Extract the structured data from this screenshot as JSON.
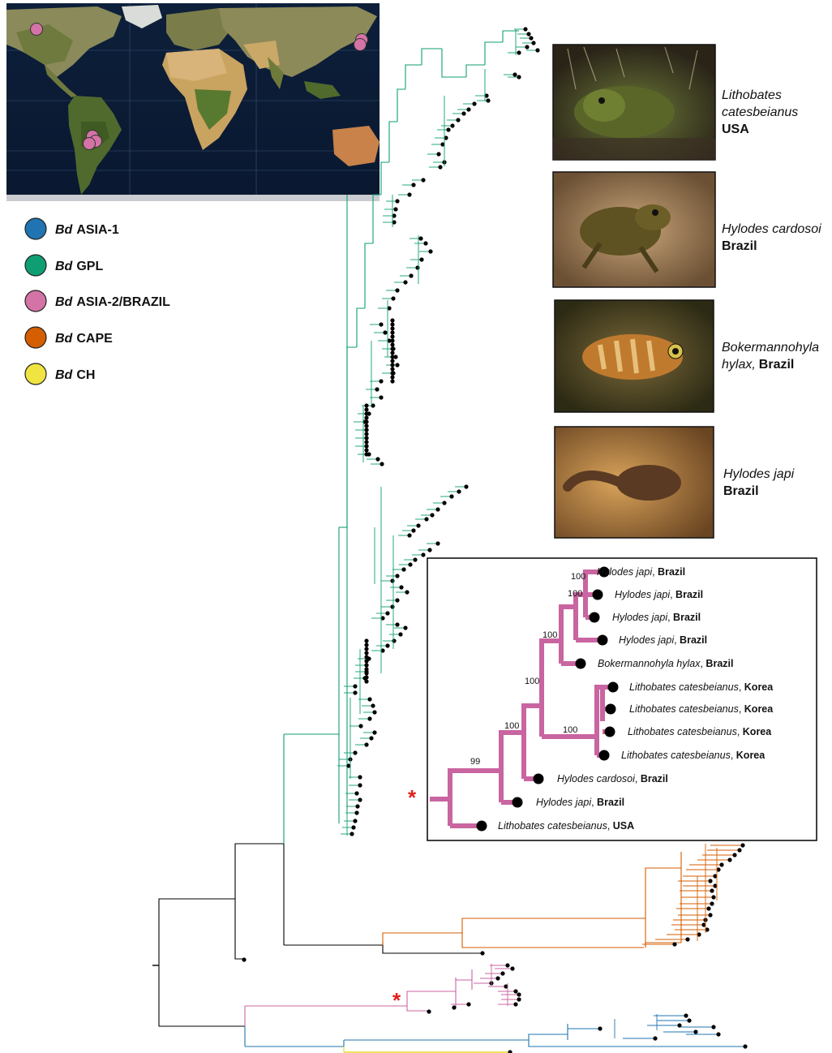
{
  "legend": [
    {
      "abbr": "Bd",
      "name": "ASIA-1",
      "color": "#1f74b1"
    },
    {
      "abbr": "Bd",
      "name": "GPL",
      "color": "#0f9e74"
    },
    {
      "abbr": "Bd",
      "name": "ASIA-2/BRAZIL",
      "color": "#d473a6"
    },
    {
      "abbr": "Bd",
      "name": "CAPE",
      "color": "#d55e00"
    },
    {
      "abbr": "Bd",
      "name": "CH",
      "color": "#f0e442"
    }
  ],
  "photos": [
    {
      "species_line1": "Lithobates",
      "species_line2": "catesbeianus",
      "country": "USA"
    },
    {
      "species_line1": "Hylodes cardosoi",
      "species_line2": "",
      "country": "Brazil"
    },
    {
      "species_line1": "Bokermannohyla",
      "species_line2": "hylax,",
      "country": "Brazil"
    },
    {
      "species_line1": "Hylodes japi",
      "species_line2": "",
      "country": "Brazil"
    }
  ],
  "inset": {
    "tips": [
      {
        "species": "Hylodes japi",
        "country": "Brazil"
      },
      {
        "species": "Hylodes japi",
        "country": "Brazil"
      },
      {
        "species": "Hylodes japi",
        "country": "Brazil"
      },
      {
        "species": "Hylodes japi",
        "country": "Brazil"
      },
      {
        "species": "Bokermannohyla hylax",
        "country": "Brazil"
      },
      {
        "species": "Lithobates catesbeianus",
        "country": "Korea"
      },
      {
        "species": "Lithobates catesbeianus",
        "country": "Korea"
      },
      {
        "species": "Lithobates catesbeianus",
        "country": "Korea"
      },
      {
        "species": "Lithobates catesbeianus",
        "country": "Korea"
      },
      {
        "species": "Hylodes cardosoi",
        "country": "Brazil"
      },
      {
        "species": "Hylodes japi",
        "country": "Brazil"
      },
      {
        "species": "Lithobates catesbeianus",
        "country": "USA"
      }
    ],
    "bootstrap": [
      "100",
      "100",
      "100",
      "100",
      "100",
      "99",
      "100"
    ],
    "marker": "*"
  },
  "colors": {
    "gpl": "#0f9e74",
    "asia2": "#c965a0",
    "asia1": "#1f74b1",
    "cape": "#d55e00",
    "ch": "#e8d82a",
    "backbone": "#000000",
    "marker": "#e0201b"
  },
  "tree_marker": "*"
}
